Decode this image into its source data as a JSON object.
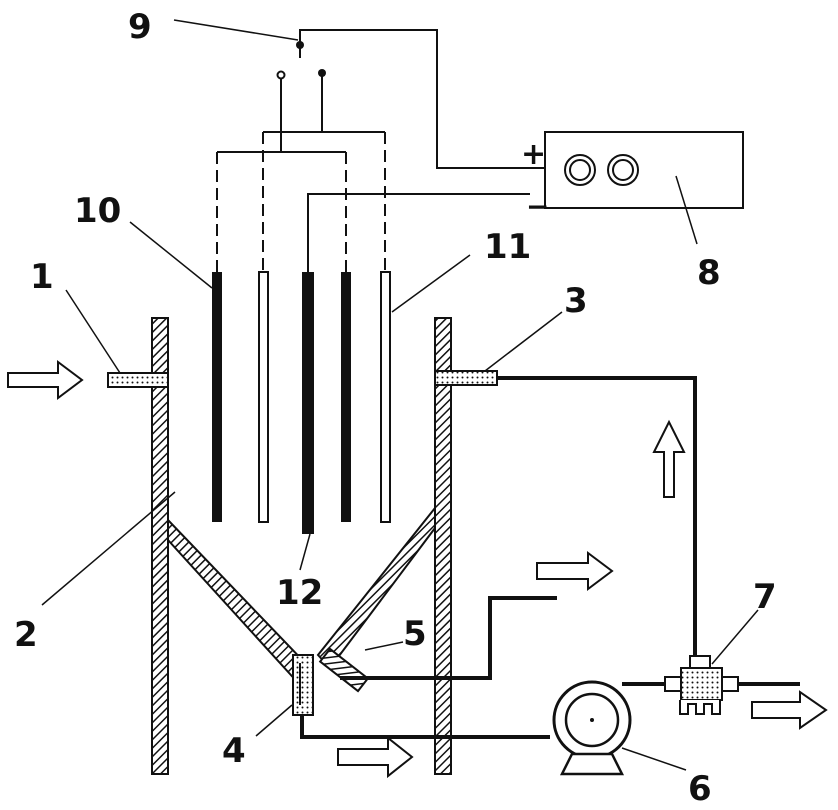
{
  "labels": {
    "l1": "1",
    "l2": "2",
    "l3": "3",
    "l4": "4",
    "l5": "5",
    "l6": "6",
    "l7": "7",
    "l8": "8",
    "l9": "9",
    "l10": "10",
    "l11": "11",
    "l12": "12"
  },
  "power_supply": {
    "positive_sign": "+",
    "negative_sign": "−"
  },
  "colors": {
    "line": "#111111",
    "background": "#ffffff"
  }
}
